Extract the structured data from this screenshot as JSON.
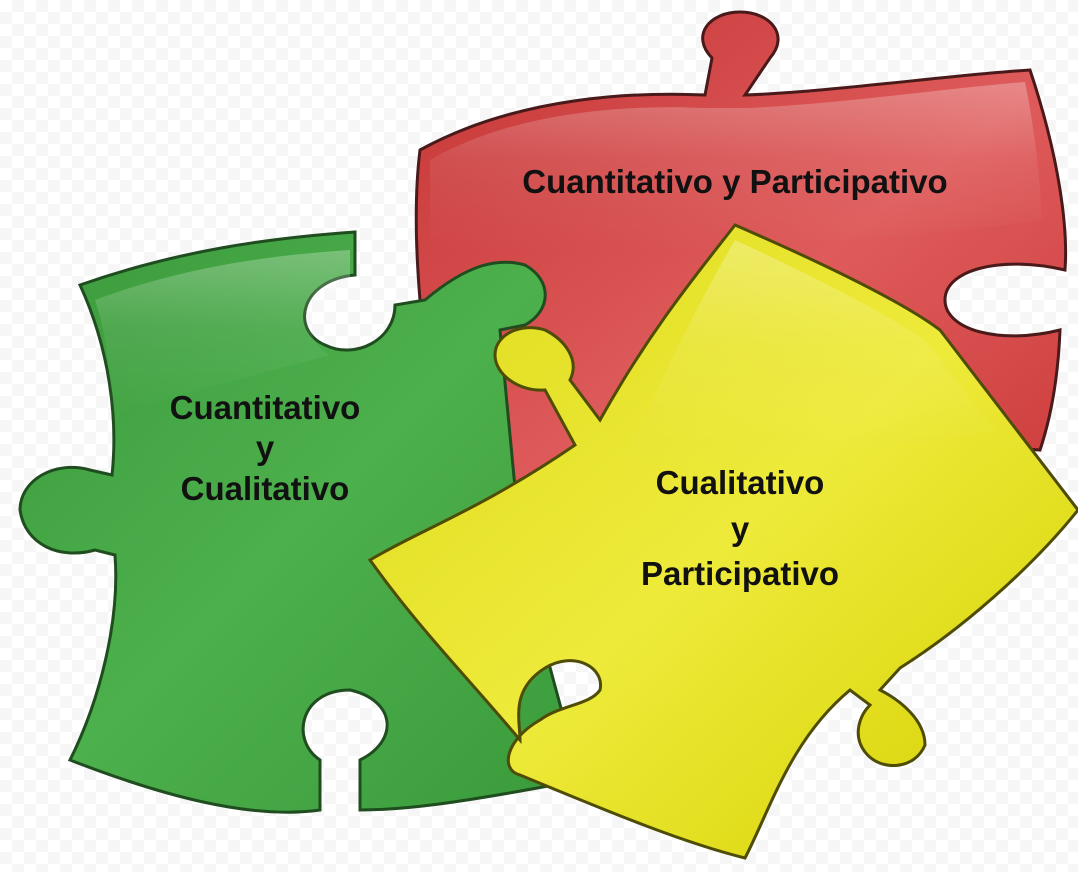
{
  "diagram": {
    "pieces": [
      {
        "id": "green",
        "color": "#3fa33f",
        "lines": [
          "Cuantitativo",
          "y",
          "Cualitativo"
        ]
      },
      {
        "id": "red",
        "color": "#d23f3f",
        "lines": [
          "Cuantitativo y Participativo"
        ]
      },
      {
        "id": "yellow",
        "color": "#e6e21c",
        "lines": [
          "Cualitativo",
          "y",
          "Participativo"
        ]
      }
    ]
  }
}
